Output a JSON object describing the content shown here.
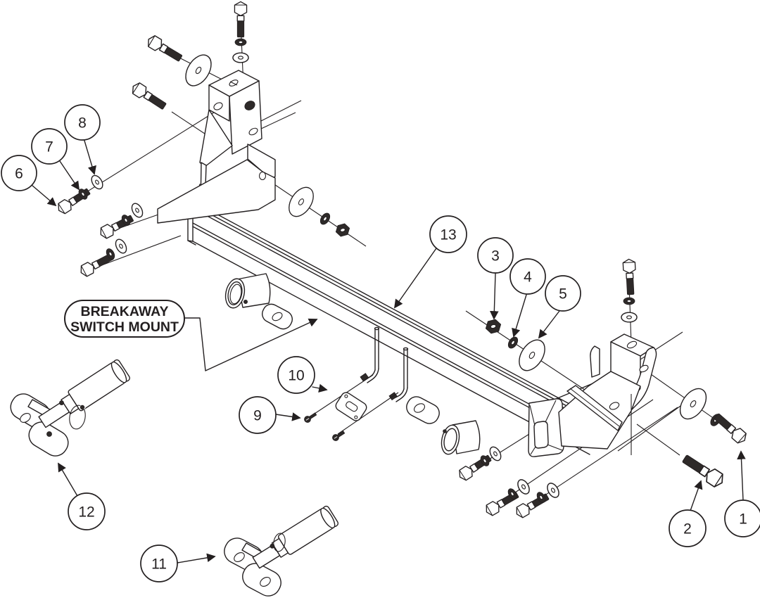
{
  "diagram": {
    "title": "baseplate-exploded-parts-diagram",
    "label": {
      "line1": "BREAKAWAY",
      "line2": "SWITCH MOUNT"
    },
    "callouts": [
      {
        "label": "1"
      },
      {
        "label": "2"
      },
      {
        "label": "3"
      },
      {
        "label": "4"
      },
      {
        "label": "5"
      },
      {
        "label": "6"
      },
      {
        "label": "7"
      },
      {
        "label": "8"
      },
      {
        "label": "9"
      },
      {
        "label": "10"
      },
      {
        "label": "11"
      },
      {
        "label": "12"
      },
      {
        "label": "13"
      }
    ],
    "colors": {
      "line": "#231f20",
      "background": "#ffffff"
    }
  }
}
